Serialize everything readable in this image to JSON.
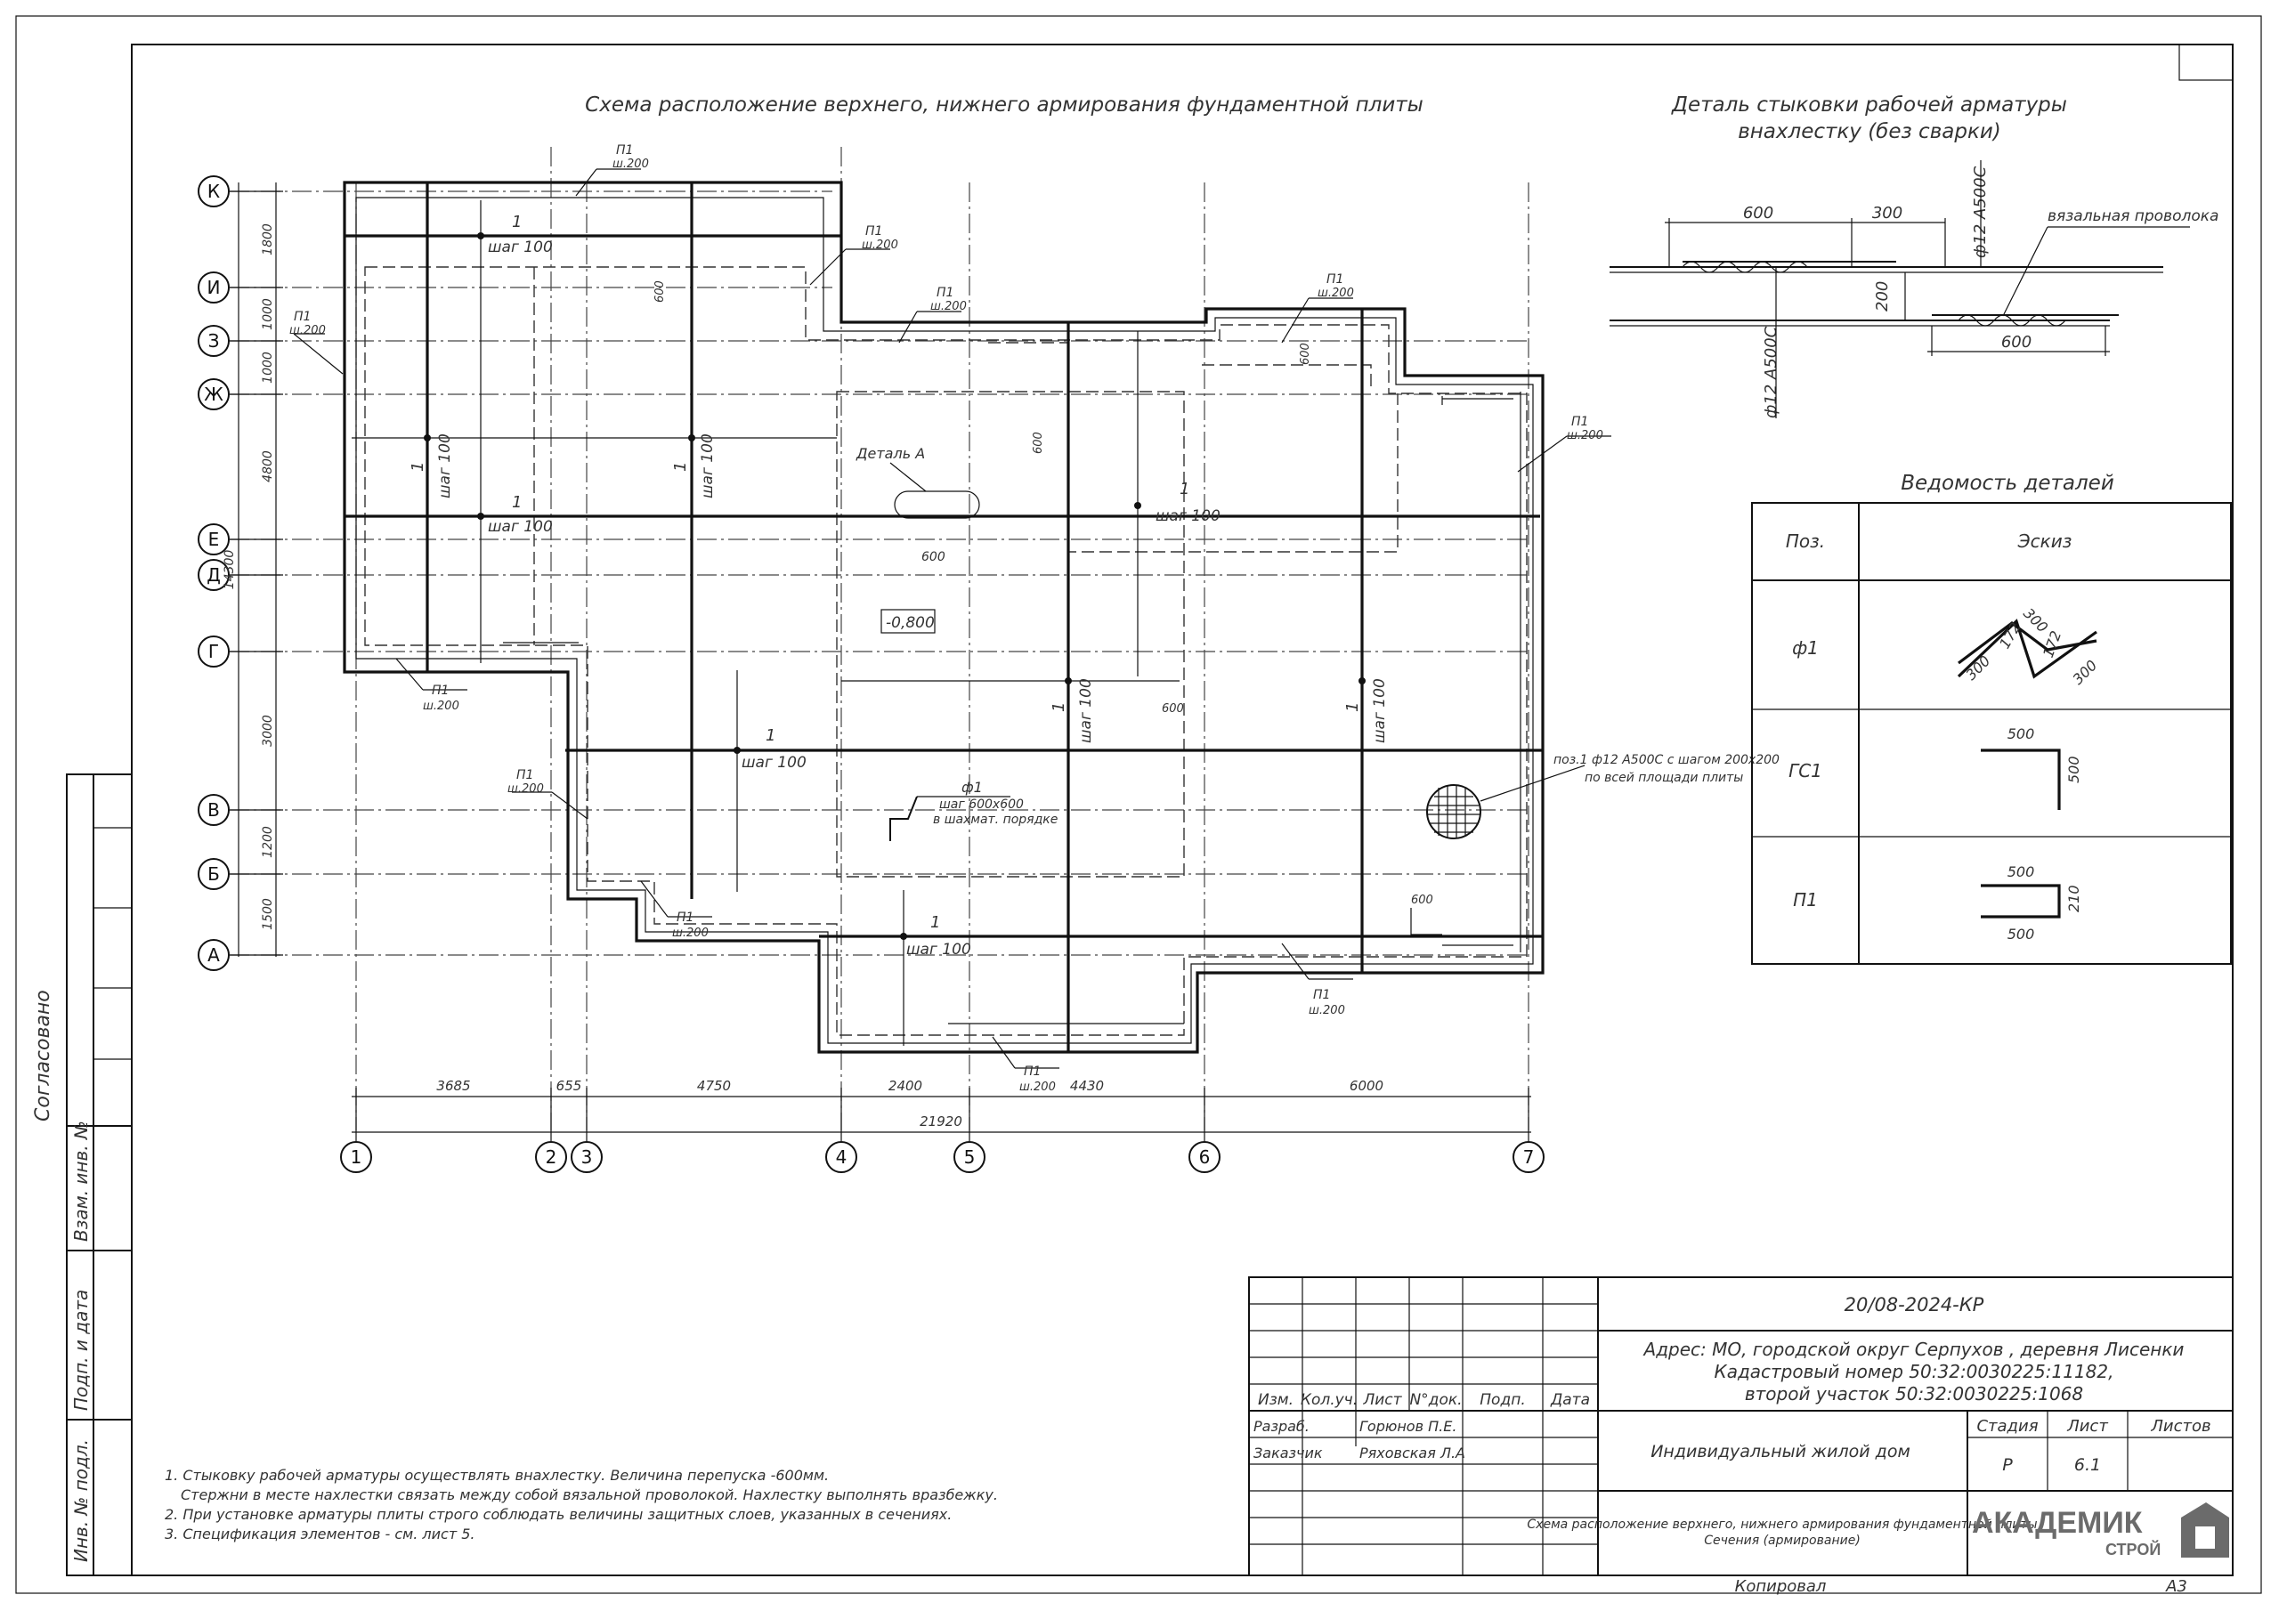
{
  "main_title": "Схема расположение верхнего, нижнего армирования фундаментной плиты",
  "detail": {
    "title_line1": "Деталь стыковки рабочей арматуры",
    "title_line2": "внахлестку (без сварки)",
    "dim_600_top": "600",
    "dim_300": "300",
    "bar_top": "ф12 А500С",
    "wire": "вязальная проволока",
    "dim_200": "200",
    "dim_600_bottom": "600",
    "bar_bottom": "ф12 А500С"
  },
  "schedule": {
    "title": "Ведомость деталей",
    "header_pos": "Поз.",
    "header_sketch": "Эскиз",
    "rows": [
      {
        "pos": "ф1",
        "d1": "300",
        "d2": "172",
        "d3": "300",
        "d4": "172",
        "d5": "300"
      },
      {
        "pos": "ГС1",
        "d1": "500",
        "d2": "500"
      },
      {
        "pos": "П1",
        "d1": "500",
        "d2": "210",
        "d3": "500"
      }
    ]
  },
  "axes_letters": [
    "К",
    "И",
    "З",
    "Ж",
    "Е",
    "Д",
    "Г",
    "В",
    "Б",
    "А"
  ],
  "axes_numbers": [
    "1",
    "2",
    "3",
    "4",
    "5",
    "6",
    "7"
  ],
  "dims_left": [
    "1800",
    "1000",
    "1000",
    "4800",
    "14300",
    "3000",
    "1200",
    "1500"
  ],
  "dims_bottom": [
    "3685",
    "655",
    "4750",
    "2400",
    "4430",
    "6000"
  ],
  "dim_total": "21920",
  "plan_labels": {
    "p1": "П1",
    "step200": "ш.200",
    "one": "1",
    "step100": "шаг 100",
    "detail_a": "Деталь А",
    "d600": "600",
    "level": "-0,800",
    "f1": "ф1",
    "f1_step": "шаг 600х600",
    "f1_order": "в шахмат. порядке",
    "mesh_note1": "поз.1 ф12 А500С с шагом 200х200",
    "mesh_note2": "по всей площади плиты"
  },
  "stamp_side": {
    "agreed": "Согласовано",
    "vzam": "Взам. инв. №",
    "podp": "Подп. и дата",
    "inv": "Инв. № подл."
  },
  "notes": [
    "1. Стыковку рабочей арматуры осуществлять внахлестку. Величина перепуска -600мм.",
    "Стержни в месте нахлестки связать между собой вязальной проволокой. Нахлестку выполнять вразбежку.",
    "2. При установке арматуры плиты строго соблюдать величины защитных слоев, указанных в сечениях.",
    "3. Спецификация элементов - см. лист 5."
  ],
  "title_block": {
    "code": "20/08-2024-КР",
    "addr1": "Адрес: МО, городской округ Серпухов , деревня Лисенки",
    "addr2": "Кадастровый номер 50:32:0030225:11182,",
    "addr3": "второй участок 50:32:0030225:1068",
    "h_izm": "Изм.",
    "h_kol": "Кол.уч.",
    "h_list": "Лист",
    "h_ndok": "N°док.",
    "h_podp": "Подп.",
    "h_data": "Дата",
    "razrab": "Разраб.",
    "razrab_name": "Горюнов П.Е.",
    "zakaz": "Заказчик",
    "zakaz_name": "Ряховская Л.А",
    "object": "Индивидуальный жилой дом",
    "stadia_h": "Стадия",
    "list_h": "Лист",
    "listov_h": "Листов",
    "stadia": "Р",
    "list": "6.1",
    "sheet_title1": "Схема расположение верхнего, нижнего армирования фундаментной плиты",
    "sheet_title2": "Сечения (армирование)",
    "logo1": "АКАДЕМИК",
    "logo2": "СТРОЙ",
    "kopir": "Копировал",
    "format": "А3"
  }
}
